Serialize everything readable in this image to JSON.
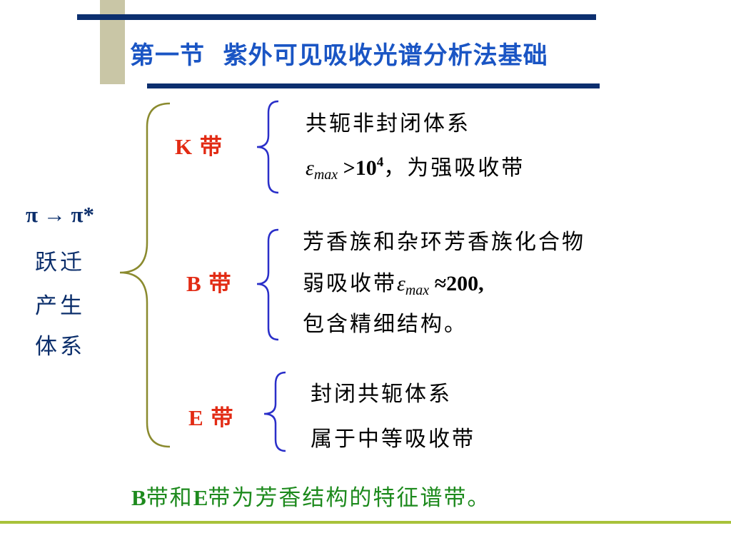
{
  "slide": {
    "title": "第一节  紫外可见吸收光谱分析法基础",
    "left_block": {
      "transition": "π → π*",
      "line1": "跃迁",
      "line2": "产生",
      "line3": "体系"
    },
    "bands": {
      "k": {
        "letter": "K",
        "suffix": " 带",
        "line1": "共轭非封闭体系",
        "line2_symbol": "ε",
        "line2_sub": "max",
        "line2_value": " >10",
        "line2_exp": "4",
        "line2_text": "，为强吸收带"
      },
      "b": {
        "letter": "B",
        "suffix": " 带",
        "line1": "芳香族和杂环芳香族化合物",
        "line2_text": "弱吸收带",
        "line2_symbol": "ε",
        "line2_sub": "max",
        "line2_value": " ≈200",
        "line2_tail": ",",
        "line3": "包含精细结构。"
      },
      "e": {
        "letter": "E",
        "suffix": " 带",
        "line1": "封闭共轭体系",
        "line2": "属于中等吸收带"
      }
    },
    "summary": {
      "b_letter": "B",
      "part1": "带和",
      "e_letter": "E",
      "part2": "带为芳香结构的特征谱带。"
    },
    "colors": {
      "title": "#1a55c4",
      "band_label": "#e22b14",
      "left_text": "#0b2e6b",
      "summary": "#1d8a1d",
      "big_brace": "#8a8a2e",
      "small_brace": "#2a2fc9",
      "rule": "#0c2f6f",
      "bottom_rule": "#a8c23a",
      "side_bar": "#c9c6a6"
    }
  }
}
